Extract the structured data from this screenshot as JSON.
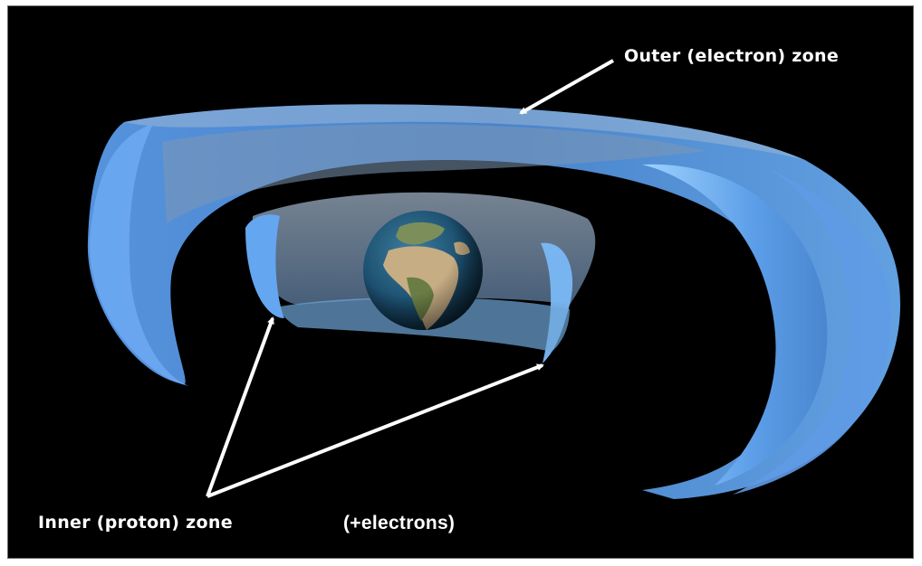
{
  "labels": {
    "outer_zone": "Outer (electron) zone",
    "inner_zone": "Inner (proton) zone",
    "electrons_note": "(+electrons)"
  },
  "colors": {
    "background": "#000000",
    "belt_blue": "#5b9eea",
    "belt_light": "#7fbaf5",
    "arrow": "#ffffff"
  }
}
